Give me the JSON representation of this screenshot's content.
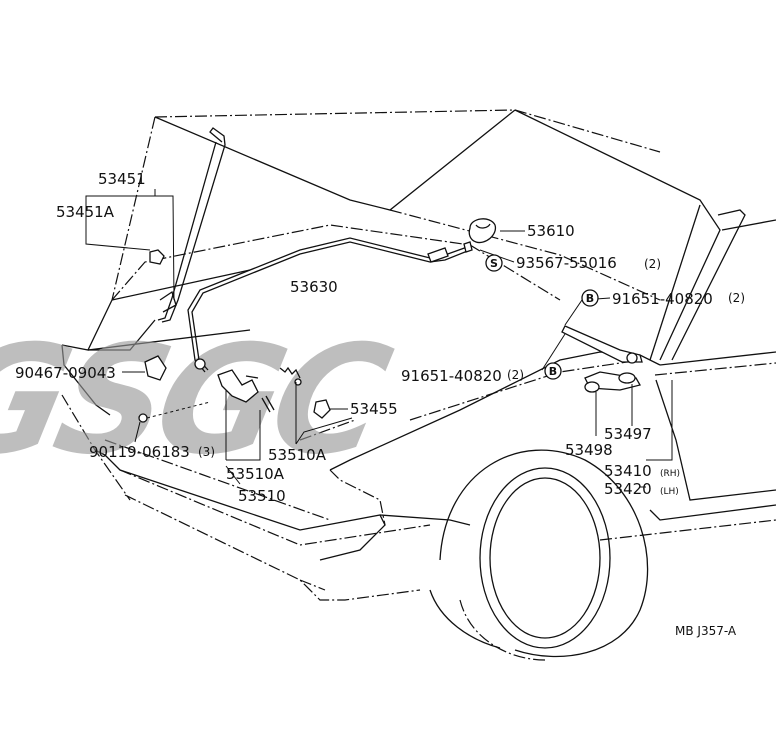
{
  "watermark": {
    "text": "GSGC"
  },
  "callouts": {
    "p53451": "53451",
    "p53451a": "53451A",
    "p53630": "53630",
    "p53610": "53610",
    "p93567": "93567-55016",
    "p93567_qty": "(2)",
    "p91651": "91651-40820",
    "p91651_qty": "(2)",
    "p90467": "90467-09043",
    "p91651b": "91651-40820",
    "p91651b_qty": "(2)",
    "p53455": "53455",
    "p90119": "90119-06183",
    "p90119_qty": "(3)",
    "p53510a_1": "53510A",
    "p53510a_2": "53510A",
    "p53510": "53510",
    "p53497": "53497",
    "p53498": "53498",
    "p53410": "53410",
    "p53410_side": "(RH)",
    "p53420": "53420",
    "p53420_side": "(LH)"
  },
  "symbols": {
    "s": "S",
    "b1": "B",
    "b2": "B"
  },
  "reference": "MB J357-A"
}
